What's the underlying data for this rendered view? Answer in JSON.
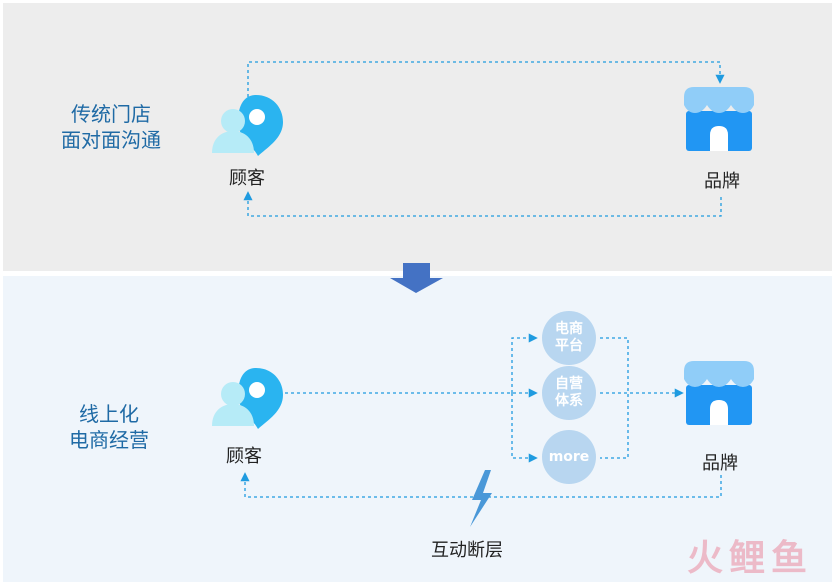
{
  "top": {
    "title_line1": "传统门店",
    "title_line2": "面对面沟通",
    "customer_label": "顾客",
    "brand_label": "品牌"
  },
  "bottom": {
    "title_line1": "线上化",
    "title_line2": "电商经营",
    "customer_label": "顾客",
    "brand_label": "品牌",
    "channels": [
      {
        "line1": "电商",
        "line2": "平台"
      },
      {
        "line1": "自营",
        "line2": "体系"
      },
      {
        "line1": "more",
        "line2": ""
      }
    ],
    "break_label": "互动断层"
  },
  "watermark": "火鲤鱼",
  "colors": {
    "accent_blue": "#1f9be0",
    "title_blue": "#1f6aa5",
    "arrow_blue": "#4472c4",
    "circle_fill": "#b8d6f0"
  }
}
